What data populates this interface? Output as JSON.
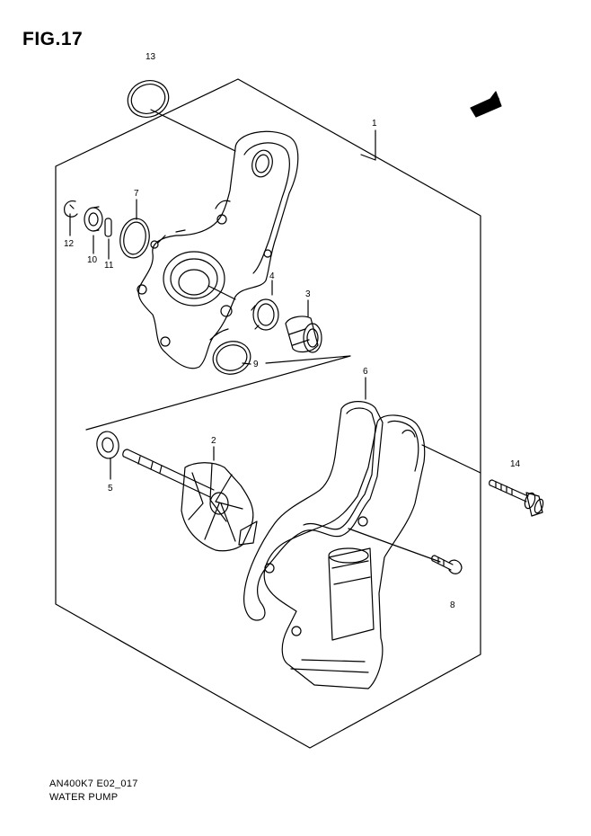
{
  "figure": {
    "title": "FIG.17",
    "direction_badge": "FWD",
    "code": "AN400K7 E02_017",
    "caption": "WATER PUMP"
  },
  "parts": [
    {
      "id": "1",
      "label": "1"
    },
    {
      "id": "2",
      "label": "2"
    },
    {
      "id": "3",
      "label": "3"
    },
    {
      "id": "4",
      "label": "4"
    },
    {
      "id": "5",
      "label": "5"
    },
    {
      "id": "6",
      "label": "6"
    },
    {
      "id": "7",
      "label": "7"
    },
    {
      "id": "8",
      "label": "8"
    },
    {
      "id": "9",
      "label": "9"
    },
    {
      "id": "10",
      "label": "10"
    },
    {
      "id": "11",
      "label": "11"
    },
    {
      "id": "12",
      "label": "12"
    },
    {
      "id": "13",
      "label": "13"
    },
    {
      "id": "14",
      "label": "14"
    }
  ]
}
